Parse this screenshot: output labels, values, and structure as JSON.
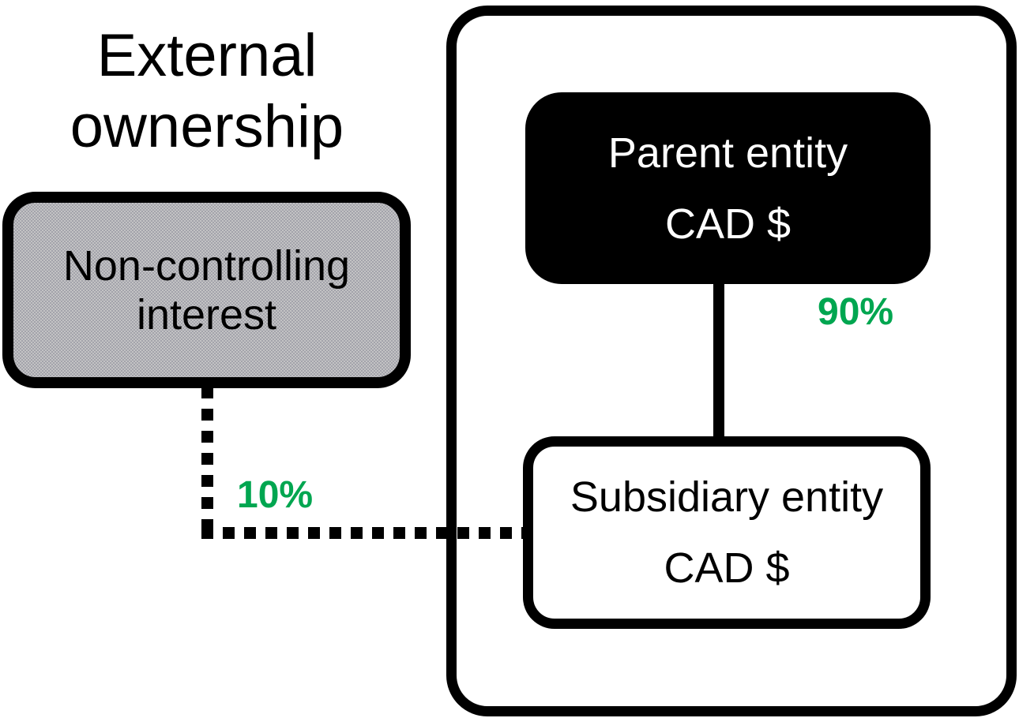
{
  "diagram": {
    "title": {
      "line1": "External",
      "line2": "ownership"
    },
    "external_group": {
      "nci": {
        "label_line1": "Non-controlling",
        "label_line2": "interest",
        "ownership_share": "10%"
      }
    },
    "consolidated_group": {
      "parent": {
        "name": "Parent entity",
        "currency": "CAD $",
        "ownership_share": "90%"
      },
      "subsidiary": {
        "name": "Subsidiary entity",
        "currency": "CAD $"
      }
    }
  },
  "colors": {
    "accent-green": "#00A650",
    "node-black": "#000000",
    "nci-gray": "#B4B4B8",
    "page-bg": "#FFFFFF"
  }
}
